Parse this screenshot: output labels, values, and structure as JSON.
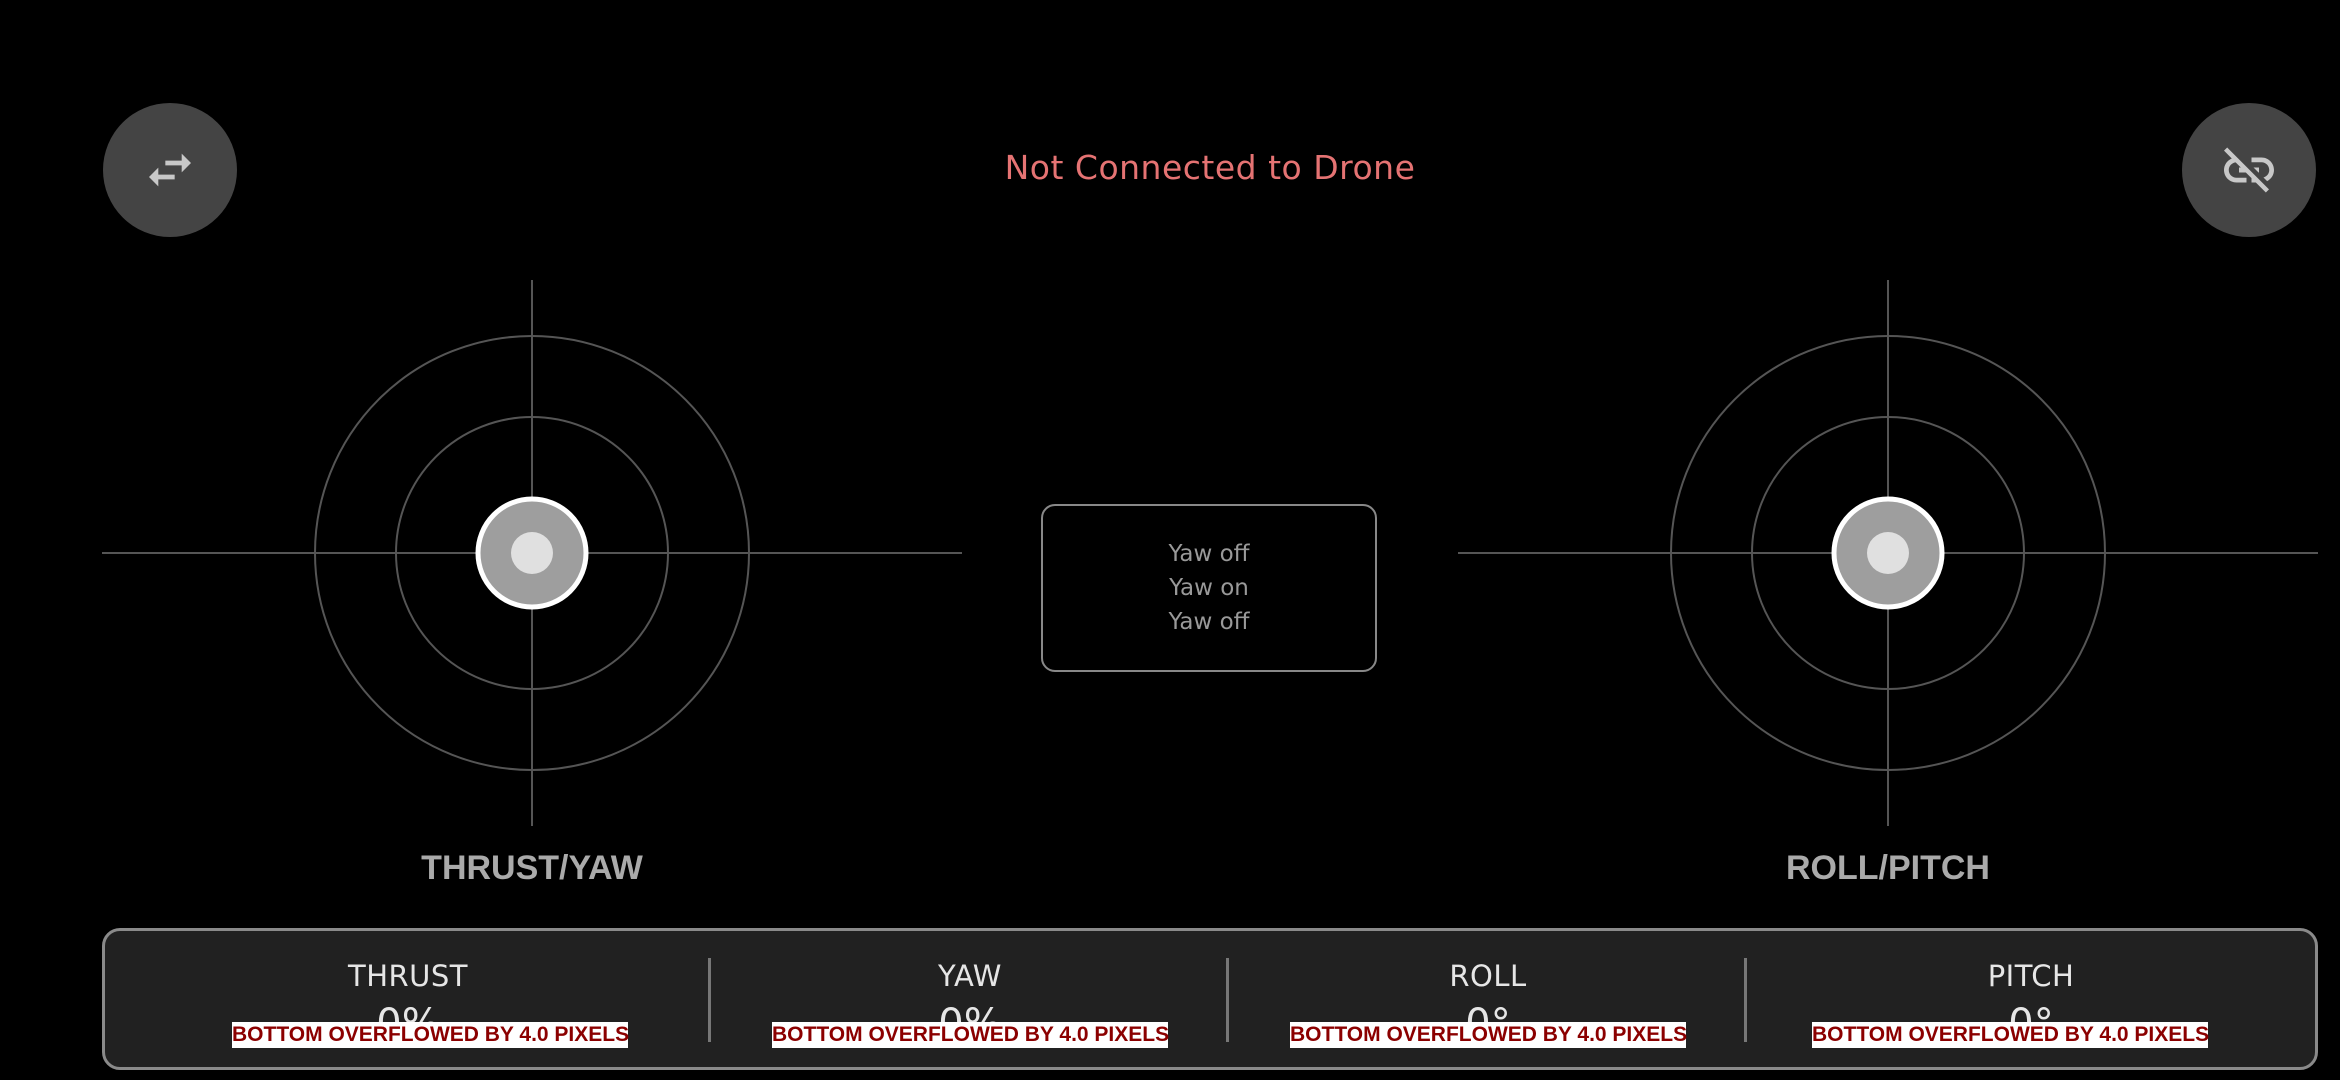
{
  "status": {
    "connection_text": "Not Connected to Drone",
    "color": "#e57373"
  },
  "buttons": {
    "swap": {
      "icon": "swap-arrows-icon"
    },
    "disconnect": {
      "icon": "link-off-icon"
    }
  },
  "joysticks": {
    "left_label": "THRUST/YAW",
    "right_label": "ROLL/PITCH"
  },
  "yaw_log": {
    "lines": [
      "Yaw off",
      "Yaw on",
      "Yaw off"
    ]
  },
  "telemetry": {
    "items": [
      {
        "label": "THRUST",
        "value": "0%"
      },
      {
        "label": "YAW",
        "value": "0%"
      },
      {
        "label": "ROLL",
        "value": "0°"
      },
      {
        "label": "PITCH",
        "value": "0°"
      }
    ],
    "overflow_warning": "BOTTOM OVERFLOWED BY 4.0 PIXELS"
  }
}
